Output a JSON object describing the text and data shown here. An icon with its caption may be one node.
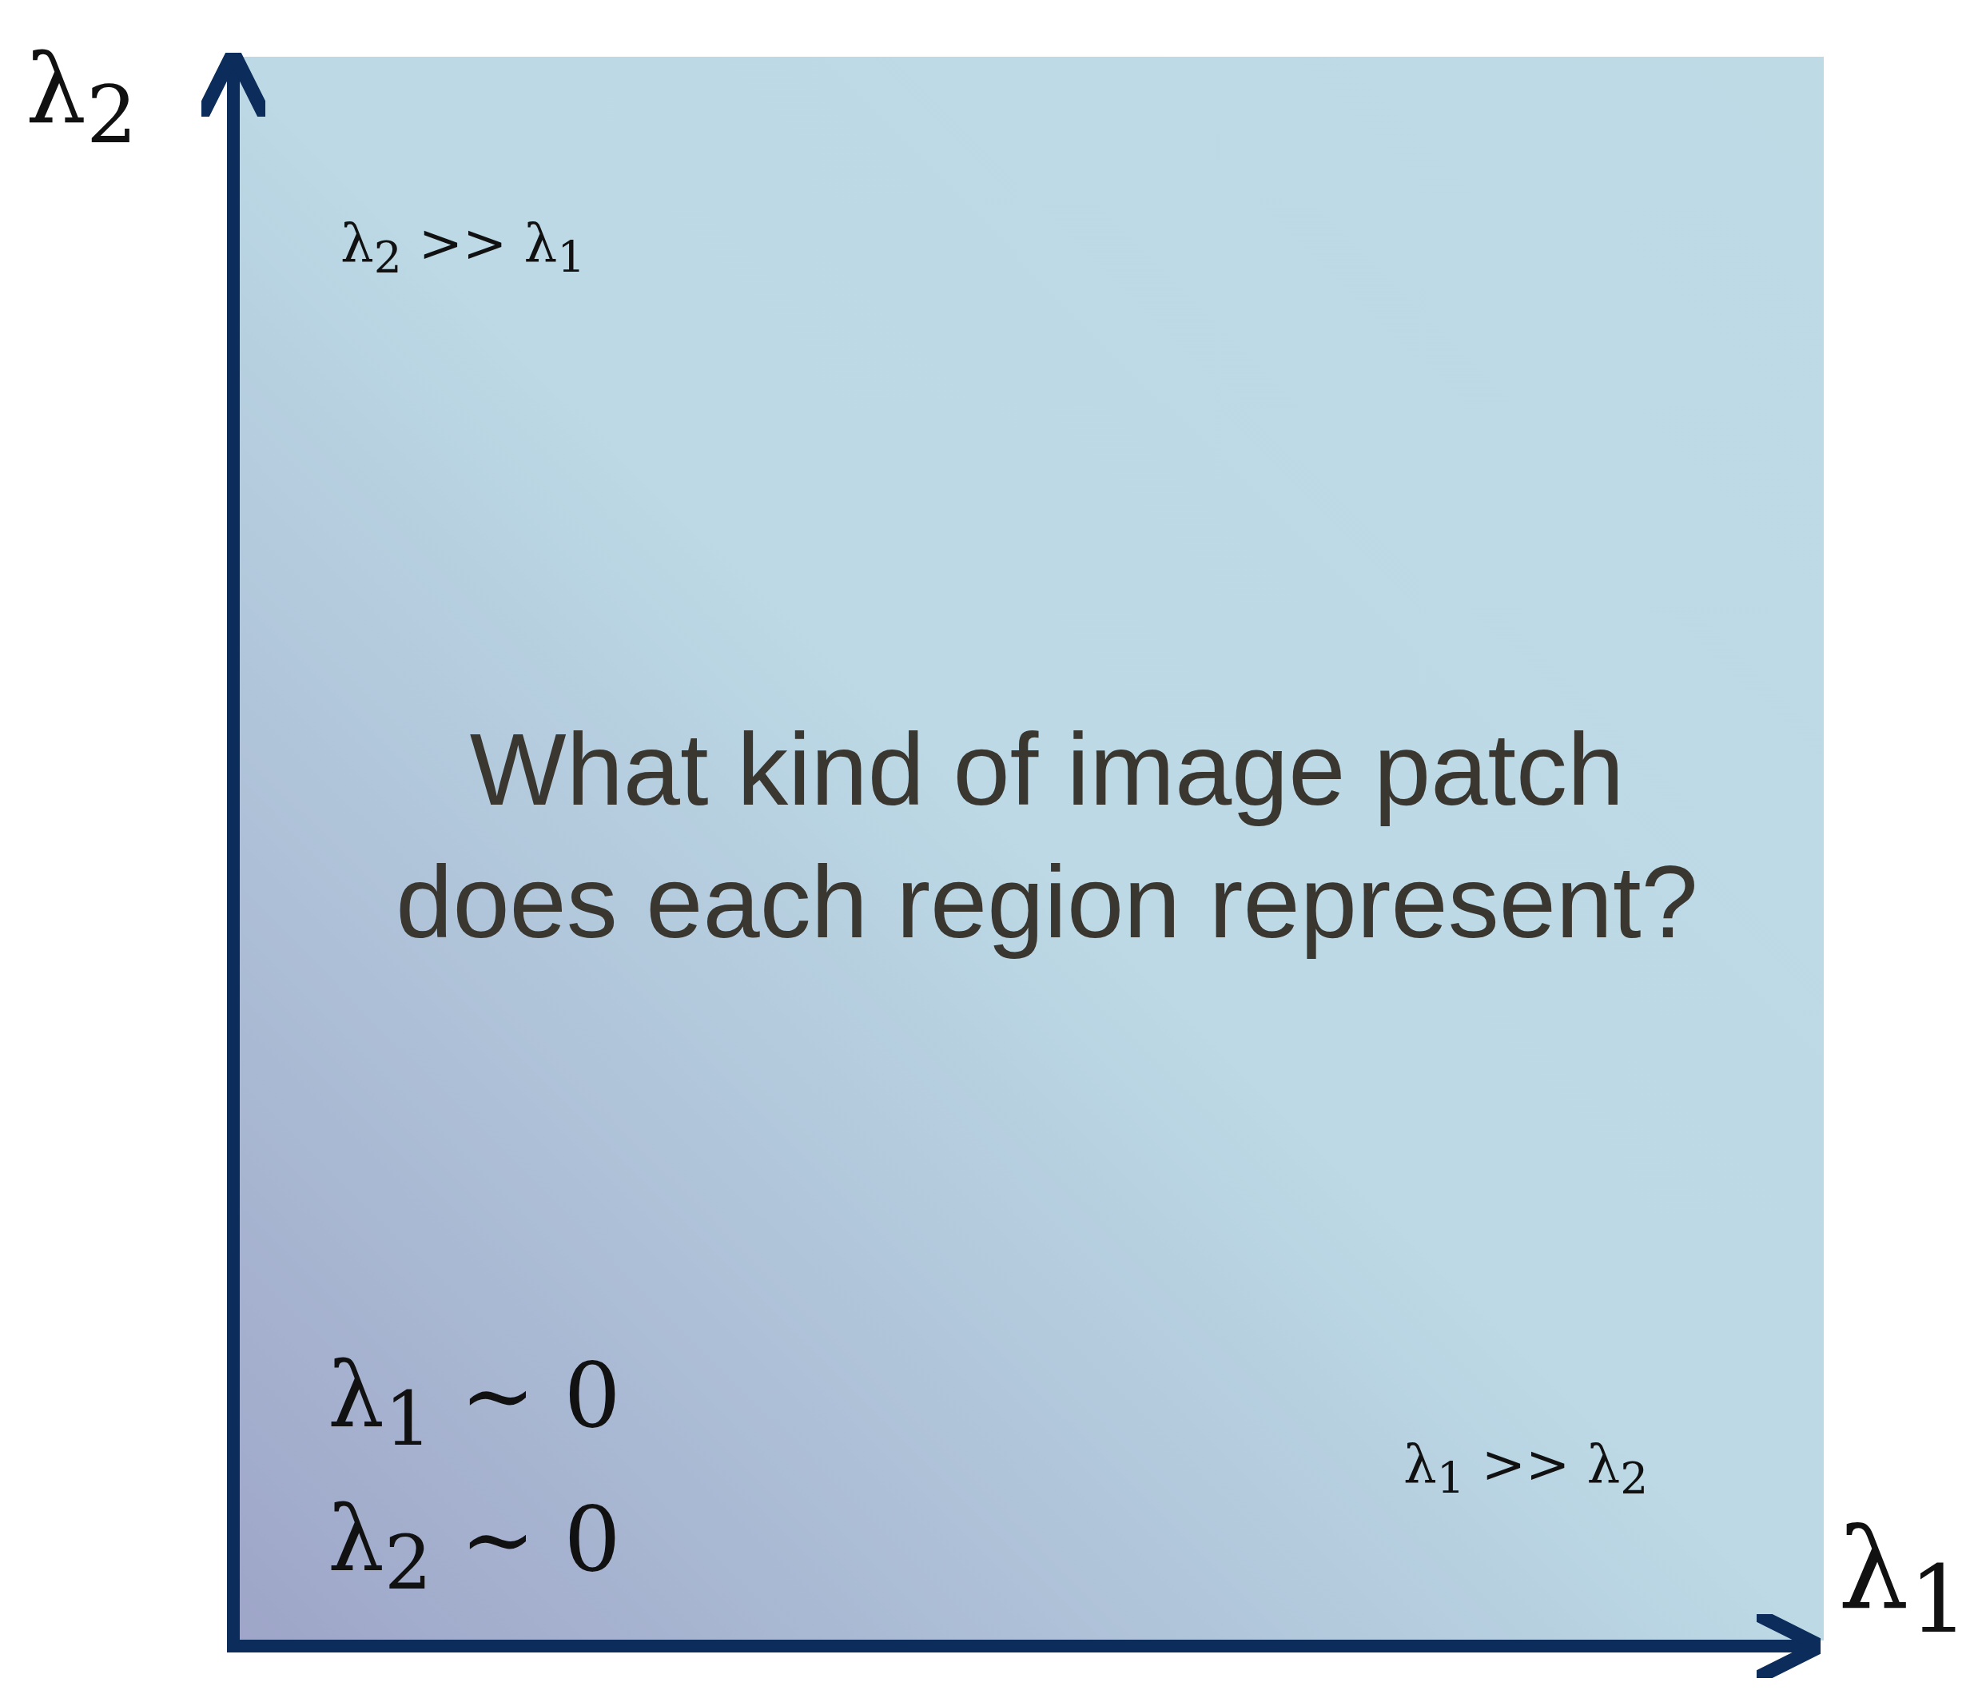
{
  "diagram": {
    "labels": [
      "λ$_{2}$",
      "λ$_{2}$ >> λ$_{1}$",
      "What kind of image patch does each region represent?",
      "λ$_{1}$ ∼ 0",
      "λ$_{2}$ ∼ 0",
      "λ$_{1}$ >> λ$_{2}$",
      "λ$_{1}$"
    ]
  }
}
